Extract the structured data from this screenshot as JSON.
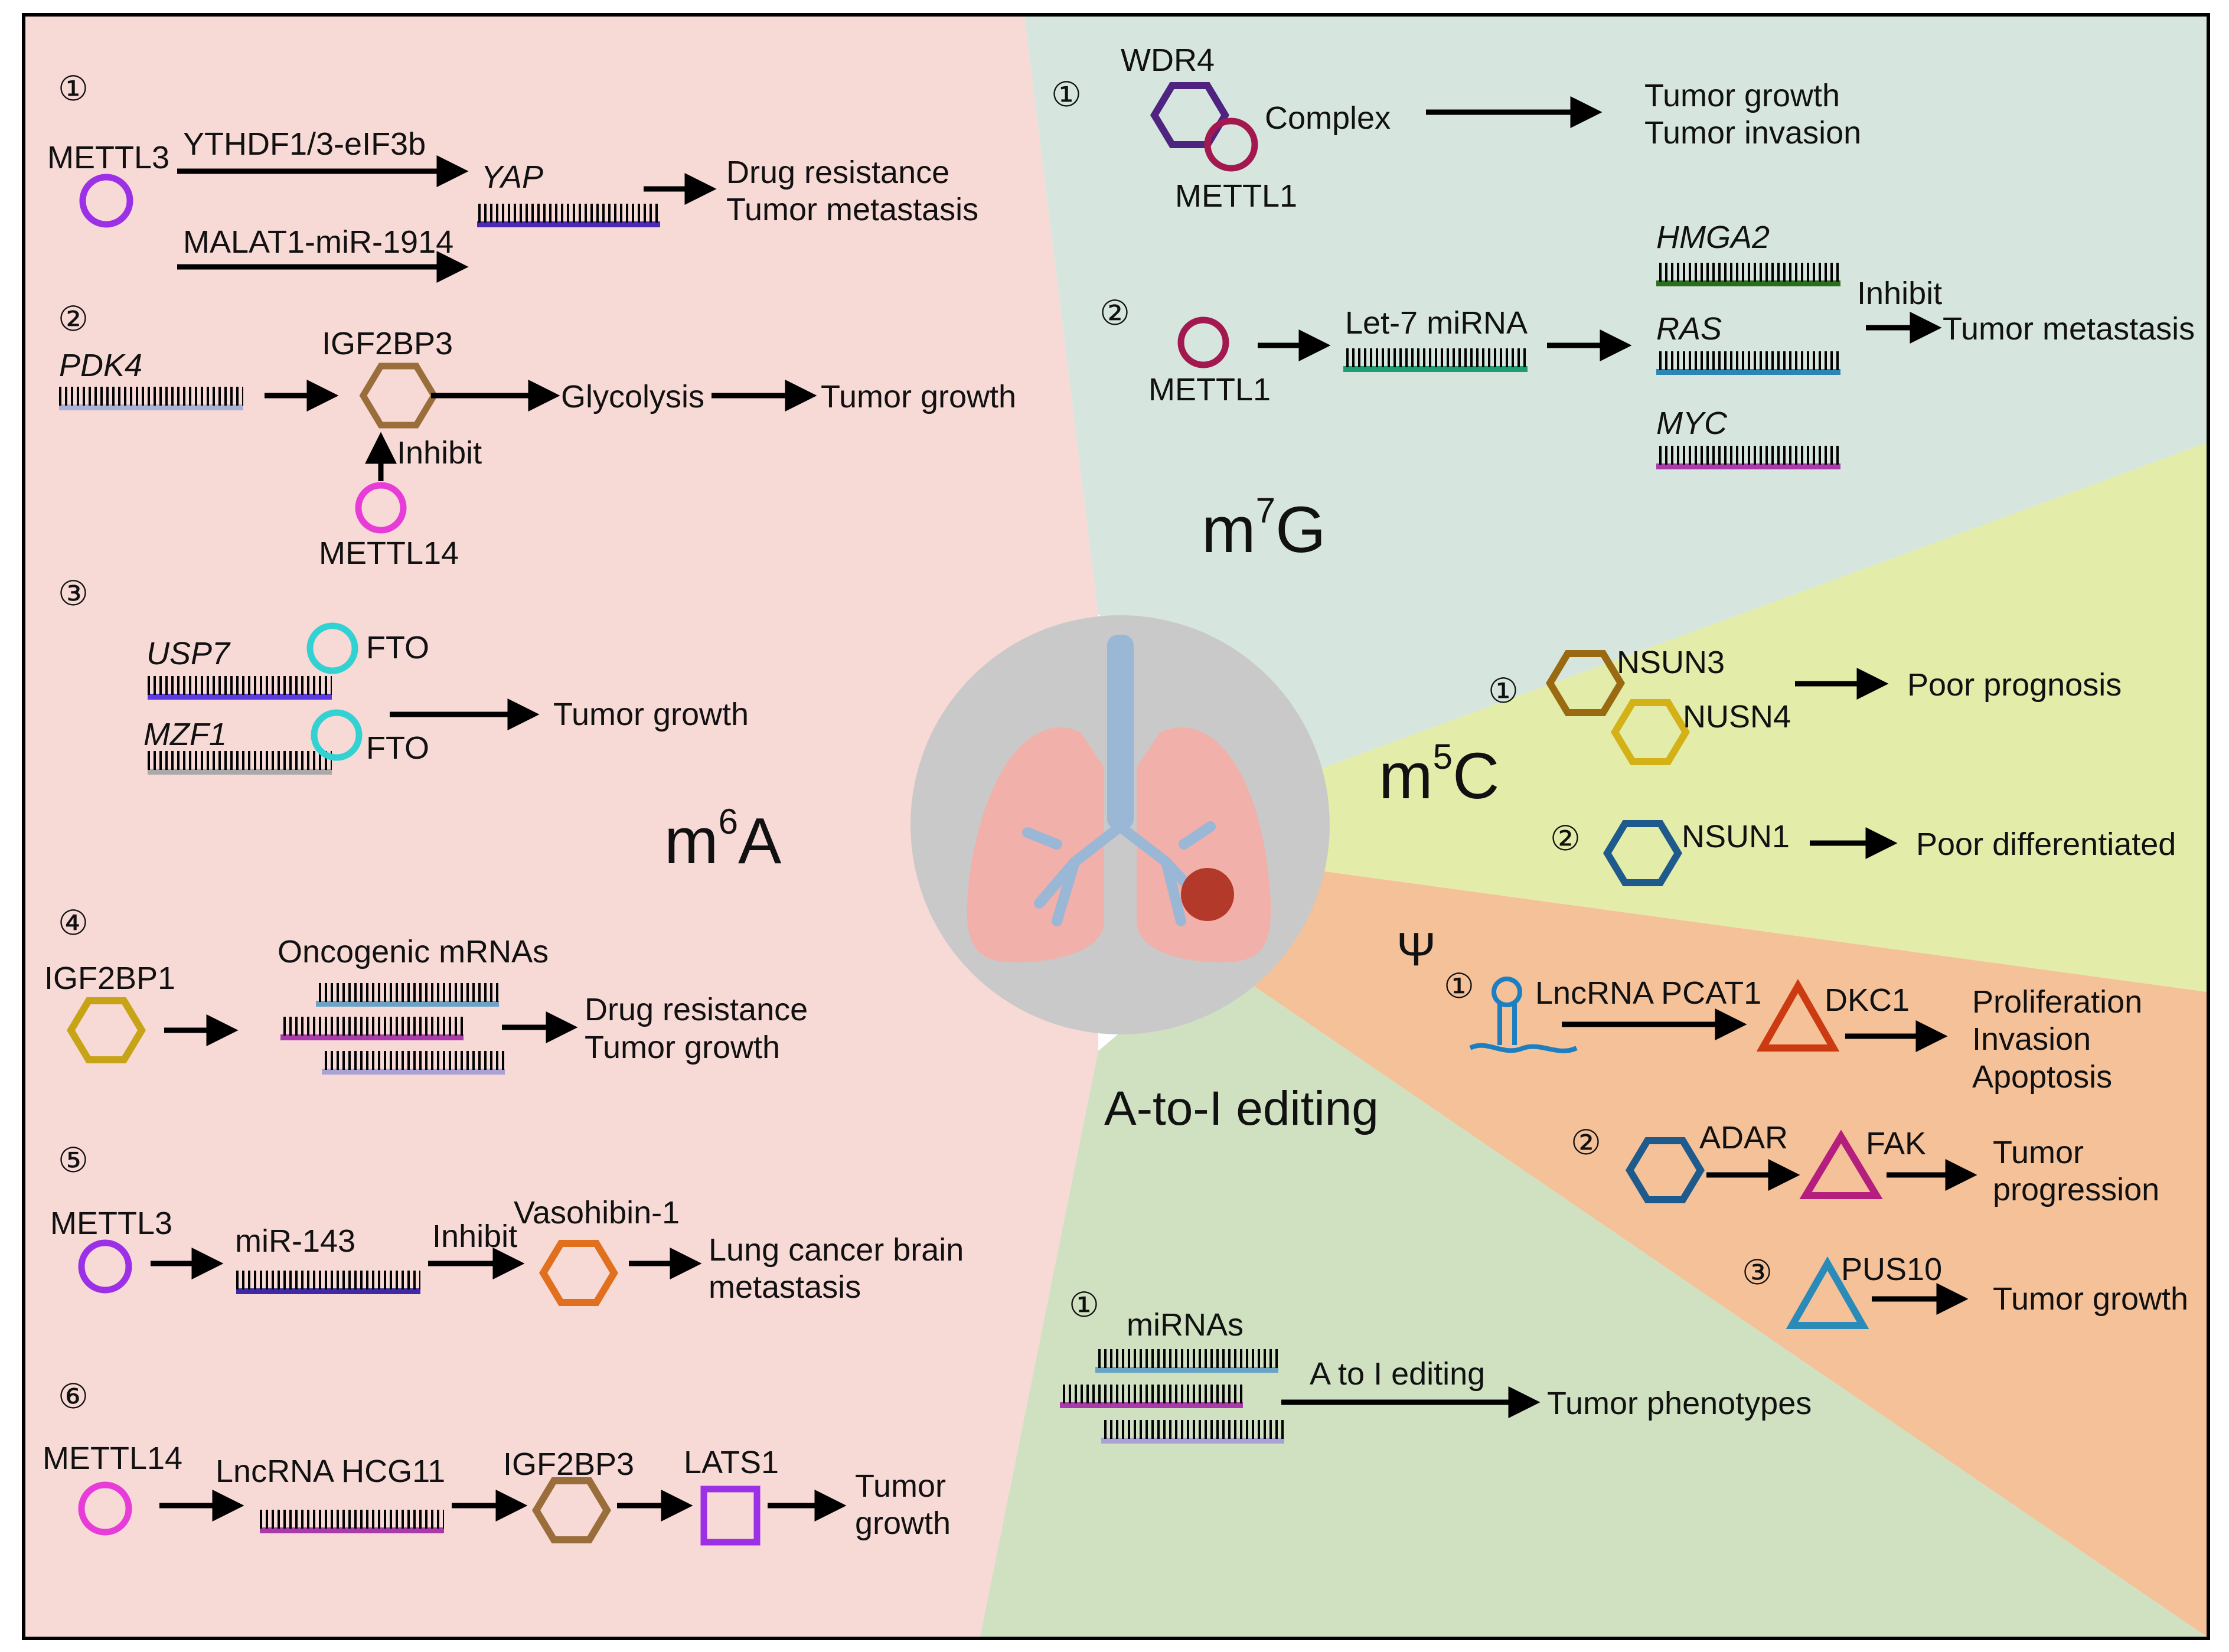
{
  "colors": {
    "m6a_bg": "#f7d9d6",
    "m7g_bg": "#d6e6de",
    "m5c_bg": "#e3eca8",
    "psi_bg": "#f5c199",
    "atoi_bg": "#cfe1c0",
    "center_circle": "#c9c9c9",
    "arrow": "#000000"
  },
  "sections": {
    "m6a": {
      "title": "m",
      "title_sup": "6",
      "title_tail": "A",
      "p1": {
        "num": "①",
        "enzyme": "METTL3",
        "path1": "YTHDF1/3-eIF3b",
        "path2": "MALAT1-miR-1914",
        "target": "YAP",
        "out1": "Drug resistance",
        "out2": "Tumor metastasis"
      },
      "p2": {
        "num": "②",
        "gene": "PDK4",
        "reader": "IGF2BP3",
        "step": "Glycolysis",
        "out": "Tumor growth",
        "inhibit": "Inhibit",
        "enzyme": "METTL14"
      },
      "p3": {
        "num": "③",
        "gene1": "USP7",
        "gene2": "MZF1",
        "eraser1": "FTO",
        "eraser2": "FTO",
        "out": "Tumor growth"
      },
      "p4": {
        "num": "④",
        "reader": "IGF2BP1",
        "rnas": "Oncogenic mRNAs",
        "out1": "Drug resistance",
        "out2": "Tumor growth"
      },
      "p5": {
        "num": "⑤",
        "enzyme": "METTL3",
        "mirna": "miR-143",
        "inhibit": "Inhibit",
        "target": "Vasohibin-1",
        "out1": "Lung cancer brain",
        "out2": "metastasis"
      },
      "p6": {
        "num": "⑥",
        "enzyme": "METTL14",
        "lnc": "LncRNA HCG11",
        "reader": "IGF2BP3",
        "target": "LATS1",
        "out1": "Tumor",
        "out2": "growth"
      }
    },
    "m7g": {
      "title": "m",
      "title_sup": "7",
      "title_tail": "G",
      "p1": {
        "num": "①",
        "a": "WDR4",
        "b": "METTL1",
        "complex": "Complex",
        "out1": "Tumor growth",
        "out2": "Tumor invasion"
      },
      "p2": {
        "num": "②",
        "enzyme": "METTL1",
        "mirna": "Let-7 miRNA",
        "g1": "HMGA2",
        "g2": "RAS",
        "g3": "MYC",
        "inhibit": "Inhibit",
        "out": "Tumor metastasis"
      }
    },
    "m5c": {
      "title": "m",
      "title_sup": "5",
      "title_tail": "C",
      "p1": {
        "num": "①",
        "a": "NSUN3",
        "b": "NUSN4",
        "out": "Poor prognosis"
      },
      "p2": {
        "num": "②",
        "a": "NSUN1",
        "out": "Poor differentiated"
      }
    },
    "psi": {
      "title": "Ψ",
      "p1": {
        "num": "①",
        "lnc": "LncRNA PCAT1",
        "enzyme": "DKC1",
        "out1": "Proliferation",
        "out2": "Invasion",
        "out3": "Apoptosis"
      },
      "p2": {
        "num": "②",
        "a": "ADAR",
        "b": "FAK",
        "out1": "Tumor",
        "out2": "progression"
      },
      "p3": {
        "num": "③",
        "a": "PUS10",
        "out": "Tumor growth"
      }
    },
    "atoi": {
      "title": "A-to-I editing",
      "p1": {
        "num": "①",
        "rnas": "miRNAs",
        "step": "A to I editing",
        "out": "Tumor phenotypes"
      }
    }
  }
}
